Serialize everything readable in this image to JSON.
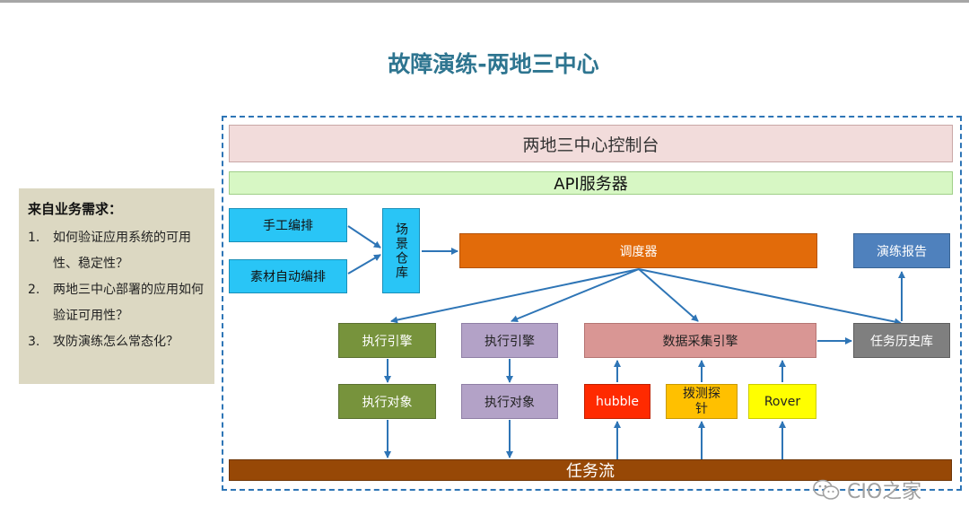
{
  "title": "故障演练-两地三中心",
  "requirements": {
    "heading": "来自业务需求：",
    "items": [
      {
        "num": "1.",
        "text": "如何验证应用系统的可用性、稳定性？"
      },
      {
        "num": "2.",
        "text": "两地三中心部署的应用如何验证可用性？"
      },
      {
        "num": "3.",
        "text": "攻防演练怎么常态化？"
      }
    ]
  },
  "diagram": {
    "console": "两地三中心控制台",
    "api_server": "API服务器",
    "manual_orchestration": "手工编排",
    "auto_orchestration": "素材自动编排",
    "scenario_repo": "场景仓库",
    "scheduler": "调度器",
    "drill_report": "演练报告",
    "exec_engine_1": "执行引擎",
    "exec_engine_2": "执行引擎",
    "data_collection_engine": "数据采集引擎",
    "task_history": "任务历史库",
    "exec_target_1": "执行对象",
    "exec_target_2": "执行对象",
    "hubble": "hubble",
    "dial_probe": "拨测探针",
    "rover": "Rover",
    "task_flow": "任务流"
  },
  "colors": {
    "title": "#2e7590",
    "console": "#f2dcdb",
    "api": "#d7f7c4",
    "blue": "#29c5f6",
    "orange": "#e26b0a",
    "steel": "#4f81bd",
    "green": "#77933c",
    "lavender": "#b3a2c7",
    "rose": "#d99694",
    "gray": "#7f7f7f",
    "red": "#ff2a00",
    "gold": "#ffc000",
    "yellow": "#ffff00",
    "brown": "#974806",
    "arrow": "#2e75b6"
  },
  "watermark": {
    "icon": "wechat-icon",
    "text": "CIO之家"
  }
}
